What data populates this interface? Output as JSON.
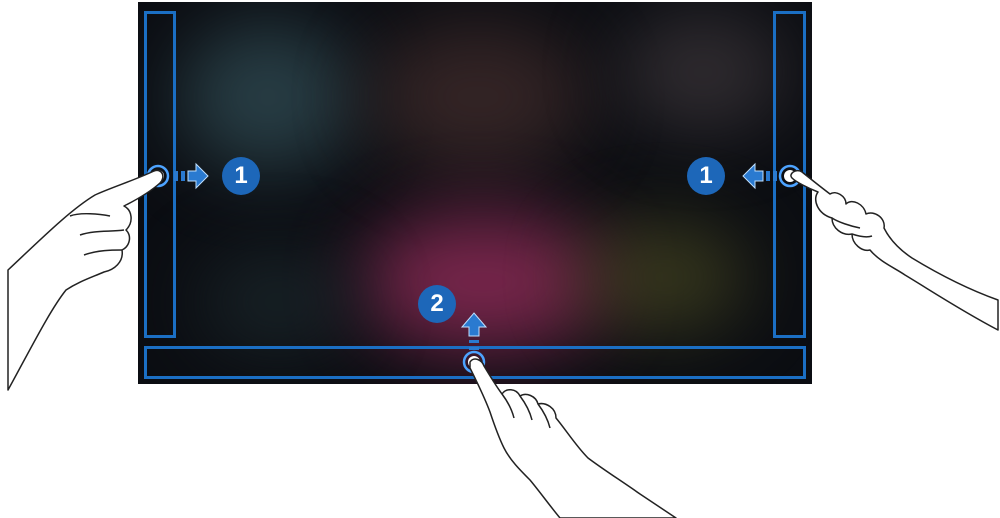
{
  "colors": {
    "zone_border": "#1b6fc4",
    "badge_fill": "#1d67b9",
    "screen_background": "#0b0d12",
    "arrow_fill": "#2a7ad0"
  },
  "gestures": [
    {
      "label": "1",
      "direction": "right",
      "zone": "left-edge",
      "icon": "swipe-right-arrow-icon"
    },
    {
      "label": "1",
      "direction": "left",
      "zone": "right-edge",
      "icon": "swipe-left-arrow-icon"
    },
    {
      "label": "2",
      "direction": "up",
      "zone": "bottom-edge",
      "icon": "swipe-up-arrow-icon"
    }
  ]
}
